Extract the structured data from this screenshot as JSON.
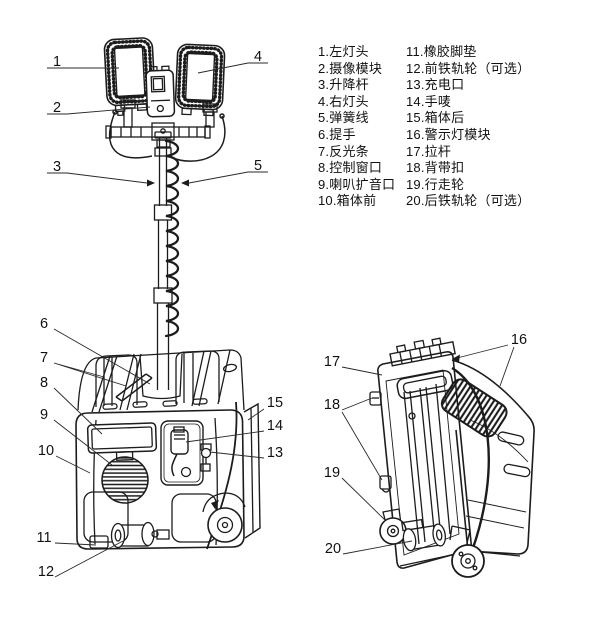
{
  "legend": {
    "col1": [
      "1.左灯头",
      "2.摄像模块",
      "3.升降杆",
      "4.右灯头",
      "5.弹簧线",
      "6.提手",
      "7.反光条",
      "8.控制窗口",
      "9.喇叭扩音口",
      "10.箱体前"
    ],
    "col2": [
      "11.橡胶脚垫",
      "12.前铁轨轮（可选）",
      "13.充电口",
      "14.手唛",
      "15.箱体后",
      "16.警示灯模块",
      "17.拉杆",
      "18.背带扣",
      "19.行走轮",
      "20.后铁轨轮（可选）"
    ]
  },
  "callouts": {
    "main": [
      "1",
      "2",
      "3",
      "4",
      "5",
      "6",
      "7",
      "8",
      "9",
      "10",
      "11",
      "12",
      "13",
      "14",
      "15"
    ],
    "rear": [
      "16",
      "17",
      "18",
      "19",
      "20"
    ]
  },
  "colors": {
    "ink": "#1c1c1c",
    "background": "#ffffff"
  }
}
